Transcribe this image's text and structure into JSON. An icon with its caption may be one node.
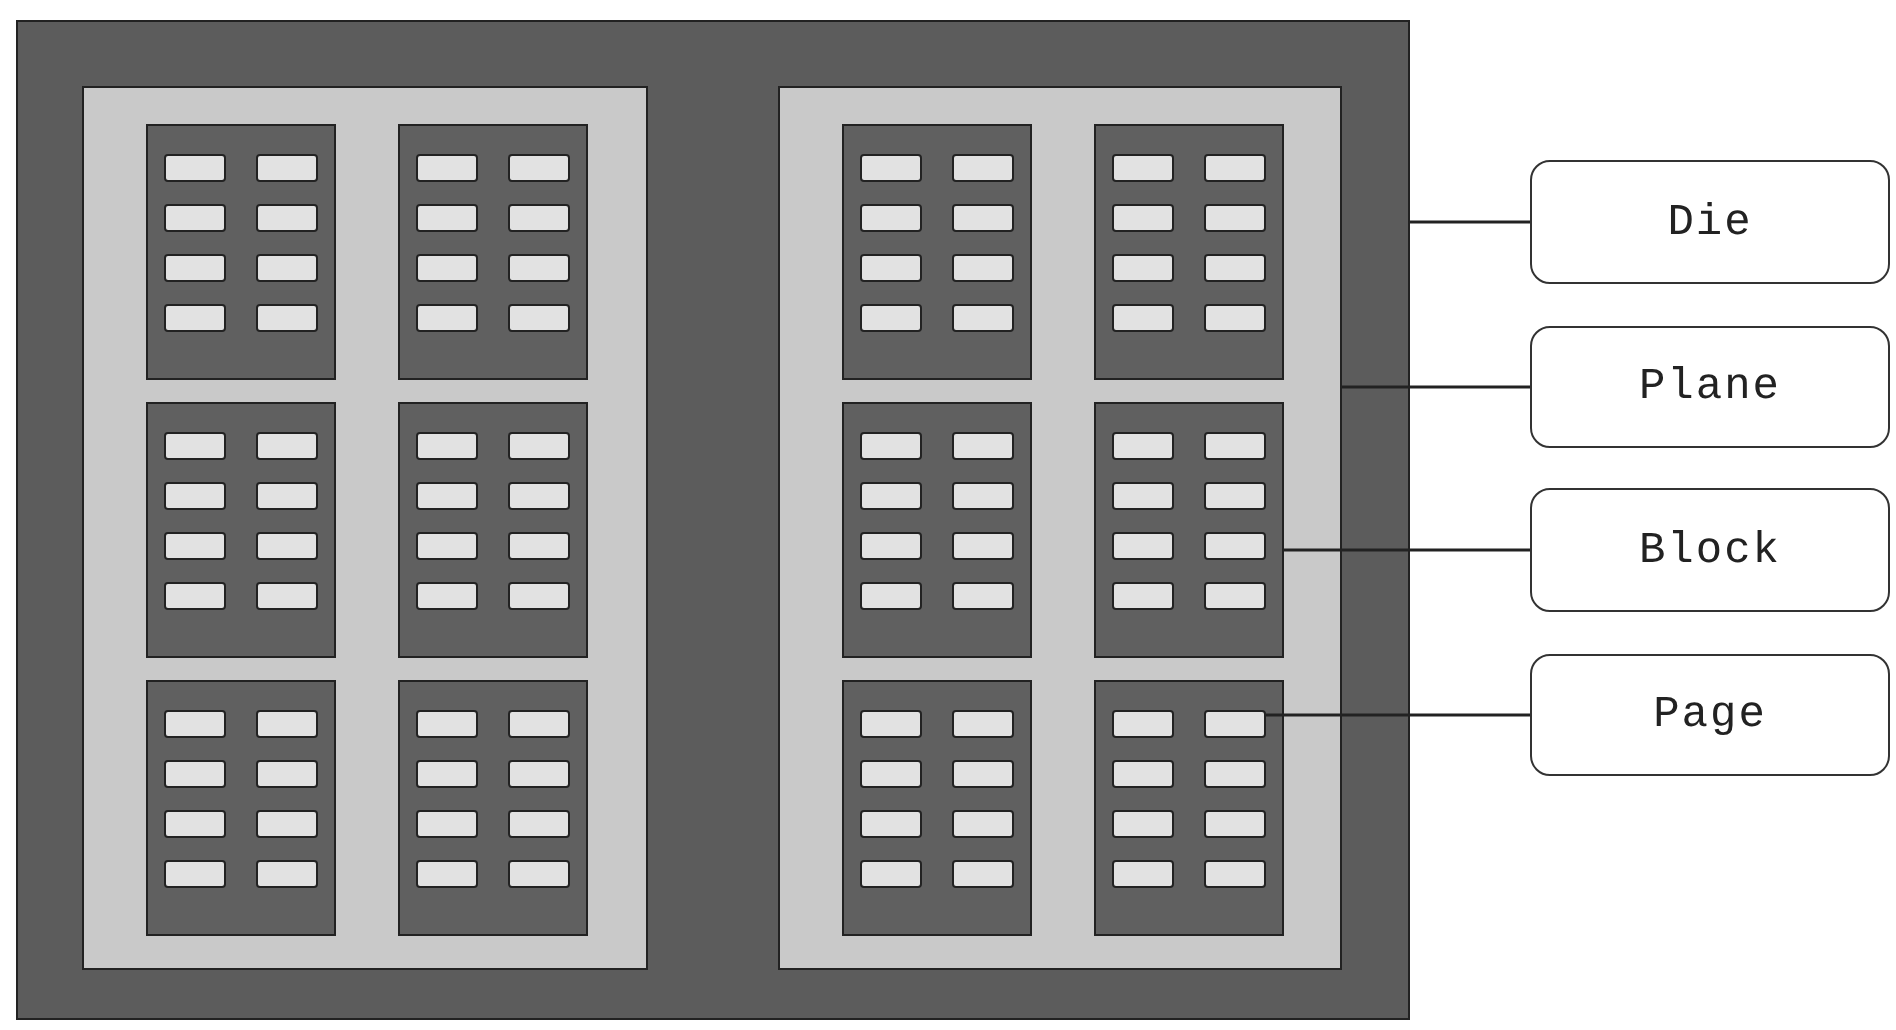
{
  "diagram": {
    "nodes": [
      {
        "text": [],
        "shape": "box"
      },
      {
        "text": [],
        "shape": "box",
        "in": 0
      },
      {
        "text": [],
        "shape": "box",
        "in": 1
      },
      {
        "text": [],
        "shape": "box",
        "in": 1
      },
      {
        "text": [],
        "shape": "box",
        "in": 1
      },
      {
        "text": [],
        "shape": "box",
        "in": 1
      },
      {
        "text": [],
        "shape": "box",
        "in": 1
      },
      {
        "text": [],
        "shape": "box",
        "in": 1
      },
      {
        "text": [],
        "shape": "box",
        "in": 0
      },
      {
        "text": [],
        "shape": "box",
        "in": 8
      },
      {
        "text": [],
        "shape": "box",
        "in": 8
      },
      {
        "text": [],
        "shape": "box",
        "in": 8
      },
      {
        "text": [],
        "shape": "box",
        "in": 8
      },
      {
        "text": [],
        "shape": "box",
        "in": 8
      },
      {
        "text": [],
        "shape": "box",
        "in": 8
      },
      {
        "text": [],
        "shape": "box",
        "in": 14
      },
      {
        "text": [
          "Die"
        ]
      },
      {
        "text": [
          "Plane"
        ]
      },
      {
        "text": [
          "Block"
        ]
      },
      {
        "text": [
          "Page"
        ]
      }
    ],
    "edges": [
      {
        "from": 16,
        "to": 0,
        "arrow": "none"
      },
      {
        "from": 17,
        "to": 8,
        "arrow": "none"
      },
      {
        "from": 18,
        "to": 12,
        "arrow": "none"
      },
      {
        "from": 19,
        "to": 15,
        "arrow": "none"
      }
    ]
  }
}
